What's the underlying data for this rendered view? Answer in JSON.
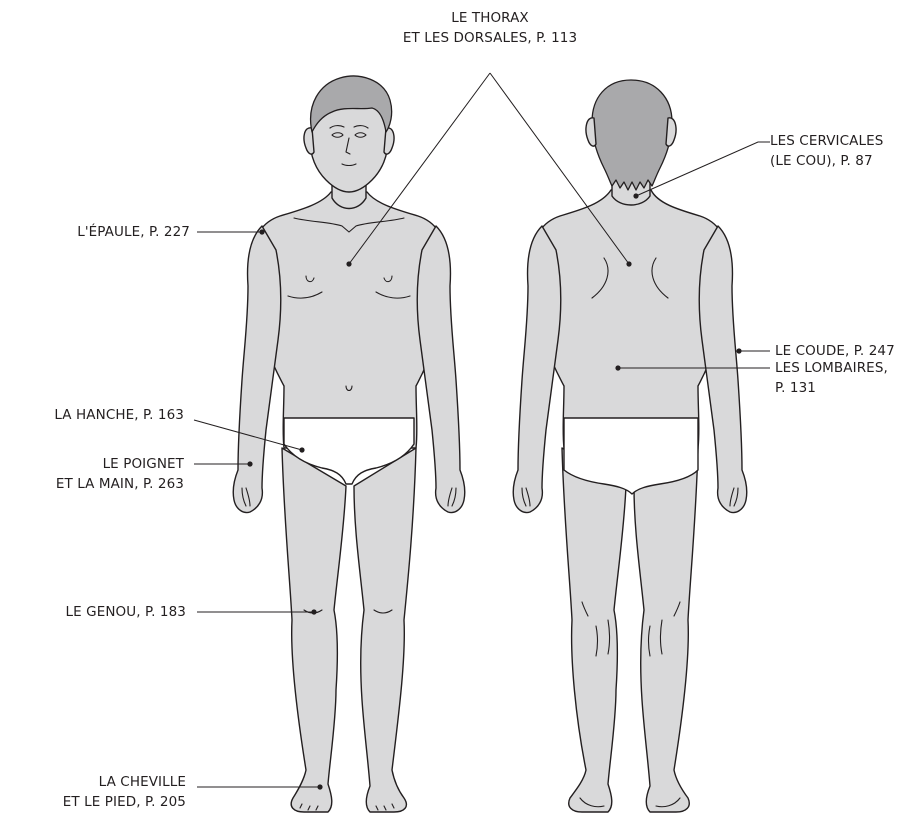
{
  "labels": {
    "thorax": {
      "line1": "LE THORAX",
      "line2": "ET LES DORSALES, P. 113"
    },
    "cervicales": {
      "line1": "LES CERVICALES",
      "line2": "(LE COU), P. 87"
    },
    "epaule": {
      "line1": "L'ÉPAULE, P. 227"
    },
    "coude": {
      "line1": "LE COUDE, P. 247"
    },
    "lombaires": {
      "line1": "LES LOMBAIRES,",
      "line2": "P. 131"
    },
    "hanche": {
      "line1": "LA HANCHE, P. 163"
    },
    "poignet": {
      "line1": "LE POIGNET",
      "line2": "ET LA MAIN, P. 263"
    },
    "genou": {
      "line1": "LE GENOU, P. 183"
    },
    "cheville": {
      "line1": "LA CHEVILLE",
      "line2": "ET LE PIED, P. 205"
    }
  },
  "colors": {
    "skin": "#d9d9da",
    "hair": "#a9a9ab",
    "outline": "#231f20",
    "underwear": "#ffffff"
  }
}
